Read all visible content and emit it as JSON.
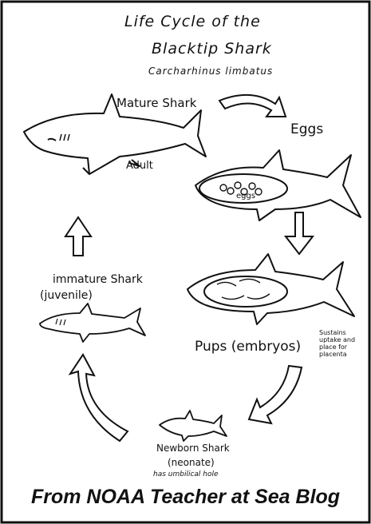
{
  "diagram": {
    "title_line1": "Life Cycle of the",
    "title_line2": "Blacktip Shark",
    "scientific_name": "Carcharhinus limbatus",
    "stages": {
      "mature": "Mature Shark",
      "adult": "Adult",
      "eggs": "Eggs",
      "eggs_inner": "eggs",
      "pups": "Pups (embryos)",
      "pups_note": "Sustains uptake and place for placenta",
      "newborn": "Newborn Shark",
      "neonate": "(neonate)",
      "newborn_note": "has umbilical hole",
      "immature": "immature Shark",
      "juvenile": "(juvenile)"
    }
  },
  "caption": "From NOAA Teacher at Sea Blog"
}
